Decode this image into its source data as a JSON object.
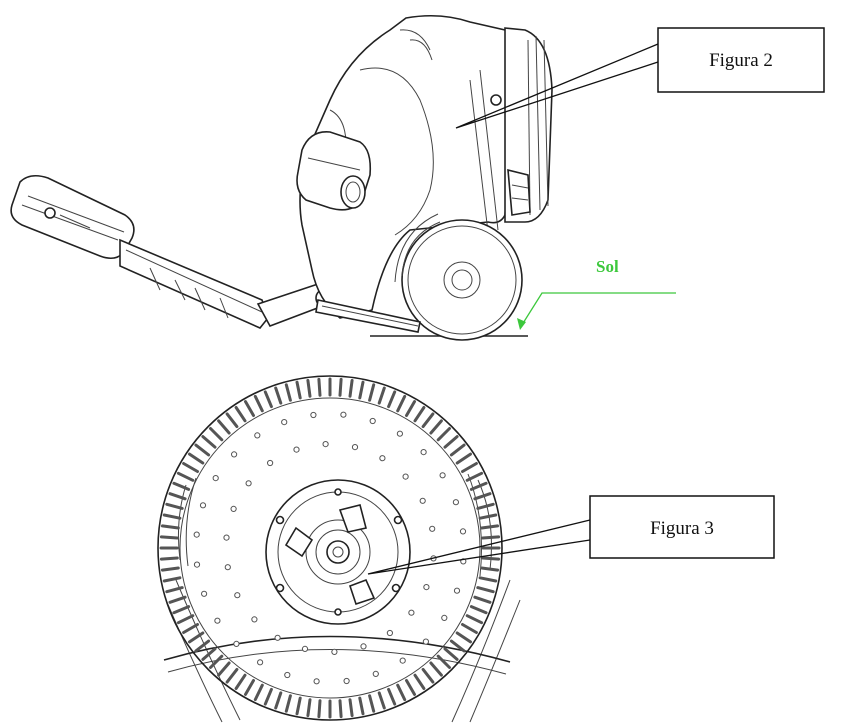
{
  "figure2": {
    "label": "Figura 2"
  },
  "figure3": {
    "label": "Figura 3"
  },
  "ground": {
    "label": "Sol",
    "color": "#3cc83c"
  },
  "line_color": "#222222"
}
